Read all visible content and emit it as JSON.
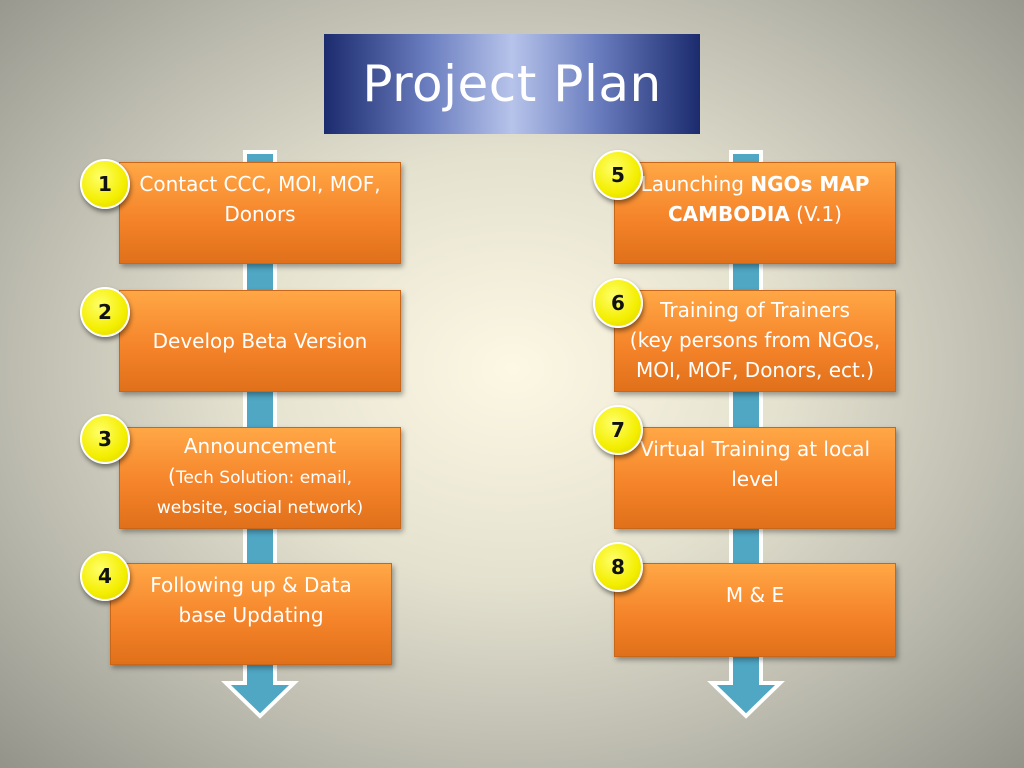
{
  "title": "Project Plan",
  "colors": {
    "title_background": "#1b2b6e",
    "box_fill": "#f5842a",
    "badge_fill": "#f4ee00",
    "arrow_fill": "#4fa7c4",
    "arrow_outline": "#ffffff"
  },
  "left_steps": [
    {
      "number": "1",
      "line1": "Contact CCC, MOI, MOF,",
      "line2": "Donors"
    },
    {
      "number": "2",
      "line1": "Develop Beta Version"
    },
    {
      "number": "3",
      "line1": "Announcement",
      "line2a": "(",
      "line2b": "Tech Solution: email,",
      "line3": "website, social network)"
    },
    {
      "number": "4",
      "line1": "Following up & Data",
      "line2": "base Updating"
    }
  ],
  "right_steps": [
    {
      "number": "5",
      "line1a": "Launching ",
      "line1b": "NGOs MAP",
      "line2a": "CAMBODIA",
      "line2b": " (V.1)"
    },
    {
      "number": "6",
      "line1": "Training of Trainers",
      "line2": "(key persons from NGOs,",
      "line3": "MOI, MOF, Donors, ect.)"
    },
    {
      "number": "7",
      "line1": "Virtual Training at local",
      "line2": "level"
    },
    {
      "number": "8",
      "line1": "M & E"
    }
  ]
}
